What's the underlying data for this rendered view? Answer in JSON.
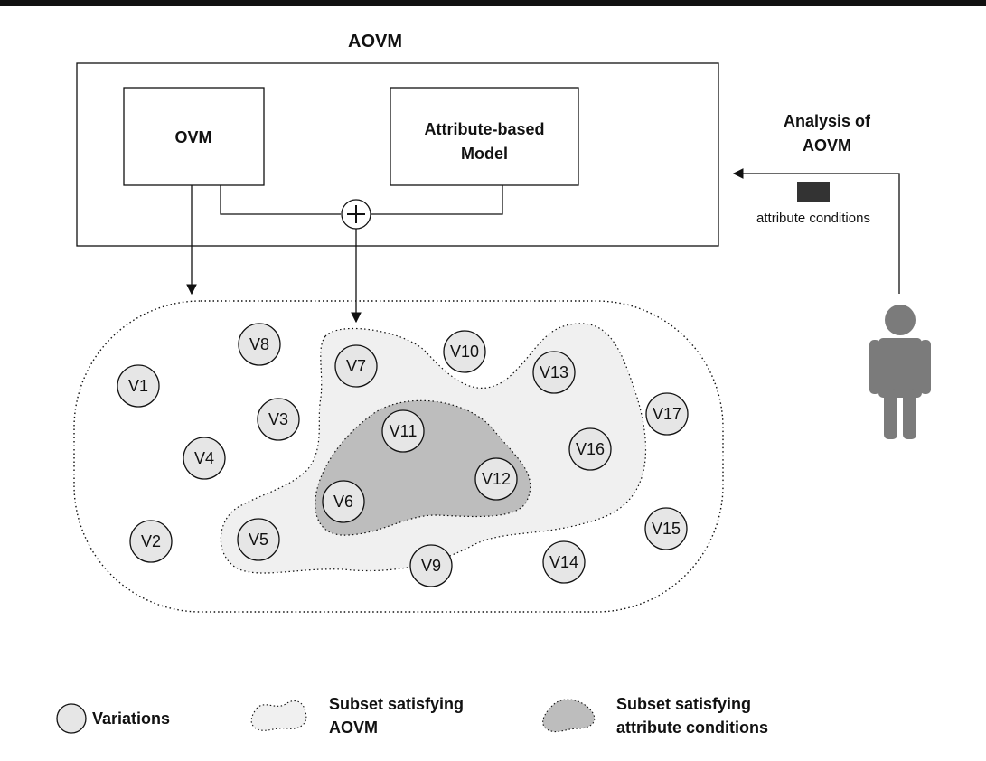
{
  "diagram": {
    "aovm_title": "AOVM",
    "ovm_label": "OVM",
    "attr_model_label_line1": "Attribute-based",
    "attr_model_label_line2": "Model",
    "combine_symbol": "+",
    "analysis_line1": "Analysis of",
    "analysis_line2": "AOVM",
    "attribute_conditions_label": "attribute conditions",
    "variations": [
      "V1",
      "V2",
      "V3",
      "V4",
      "V5",
      "V6",
      "V7",
      "V8",
      "V9",
      "V10",
      "V11",
      "V12",
      "V13",
      "V14",
      "V15",
      "V16",
      "V17"
    ]
  },
  "legend": {
    "variations_label": "Variations",
    "subset_aovm_line1": "Subset satisfying",
    "subset_aovm_line2": "AOVM",
    "subset_attr_line1": "Subset satisfying",
    "subset_attr_line2": "attribute conditions"
  },
  "colors": {
    "light_region": "#f0f0f0",
    "dark_region": "#bdbdbd",
    "node_fill": "#e6e6e6",
    "person": "#7b7b7b",
    "condition_box": "#333333"
  }
}
